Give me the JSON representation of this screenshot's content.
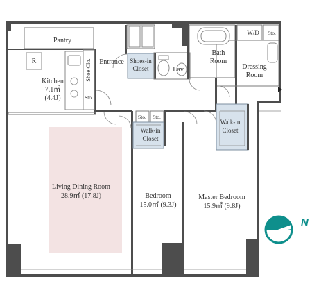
{
  "rooms": {
    "pantry": "Pantry",
    "refrigerator": "R",
    "shoe_closet_rotated": "Shoe Clo.",
    "entrance": "Entrance",
    "shoes_in_closet_line1": "Shoes-in",
    "shoes_in_closet_line2": "Closet",
    "lavatory": "Lav.",
    "bath_line1": "Bath",
    "bath_line2": "Room",
    "washer_dryer": "W/D",
    "storage_bath": "Sto.",
    "dressing_line1": "Dressing",
    "dressing_line2": "Room",
    "kitchen": "Kitchen",
    "kitchen_area": "7.1㎡",
    "kitchen_jo": "(4.4J)",
    "storage_kitchen": "Sto.",
    "storage_hall_left": "Sto.",
    "storage_hall_right": "Sto.",
    "walkin_closet_1_line1": "Walk-in",
    "walkin_closet_1_line2": "Closet",
    "walkin_closet_2_line1": "Walk-in",
    "walkin_closet_2_line2": "Closet",
    "living": "Living Dining Room",
    "living_area": "28.9㎡  (17.8J)",
    "bedroom": "Bedroom",
    "bedroom_area": "15.0㎡  (9.3J)",
    "master_bedroom": "Master Bedroom",
    "master_area": "15.9㎡  (9.8J)"
  },
  "compass": {
    "label": "N"
  },
  "colors": {
    "wall": "#4d4d4d",
    "closet_fill": "#d7e2ec",
    "living_highlight": "#f3e3e3",
    "compass": "#0e8f8c"
  }
}
